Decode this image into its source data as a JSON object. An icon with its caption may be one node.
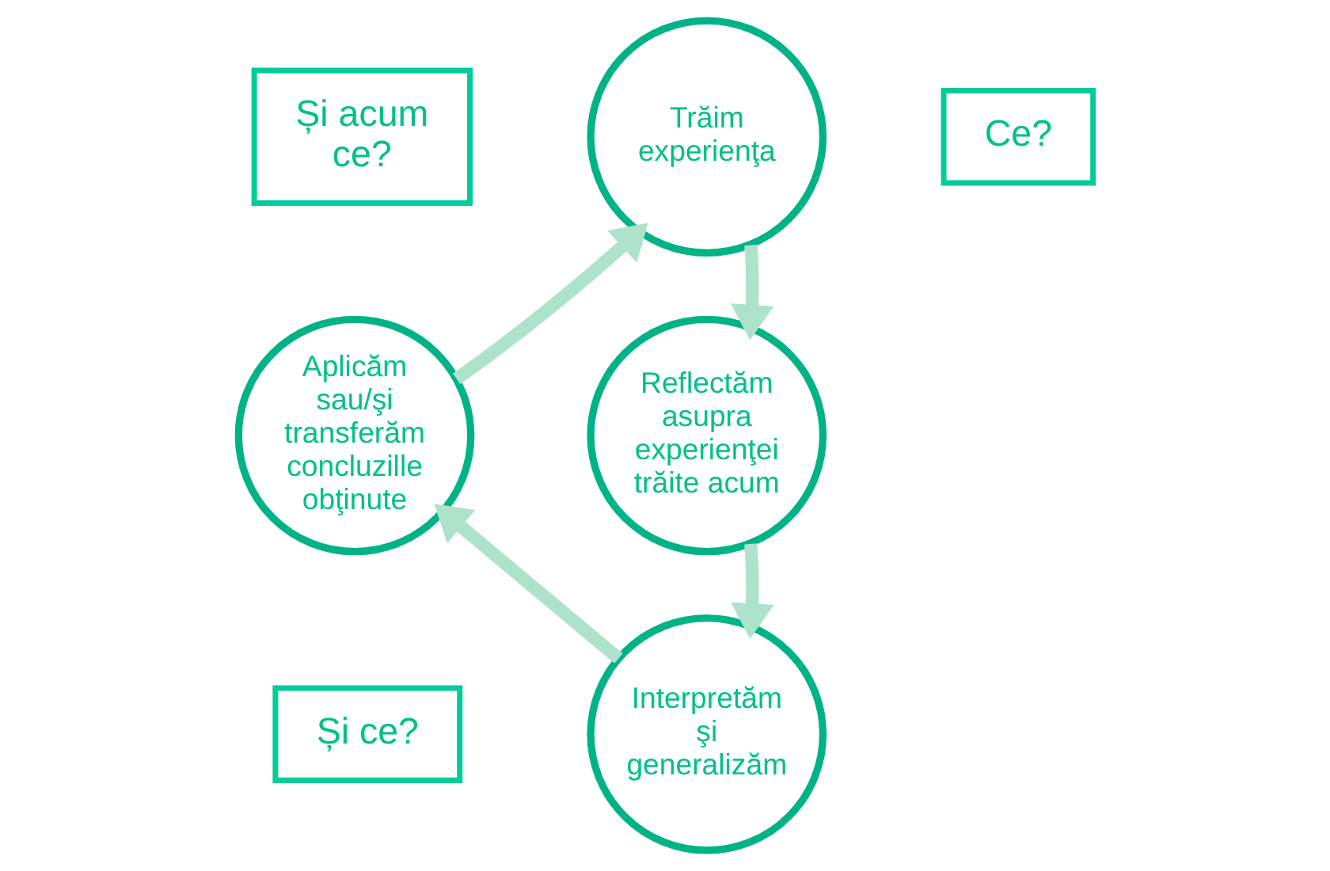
{
  "diagram": {
    "nodes": [
      {
        "text": [
          "Trăim experienţa"
        ]
      },
      {
        "text": [
          "Și acum ce?"
        ]
      },
      {
        "text": [
          "Ce?"
        ]
      },
      {
        "text": [
          "Aplicăm sau/şi transferăm concluzille obţinute"
        ]
      },
      {
        "text": [
          "Reflectăm asupra experienţei trăite acum"
        ]
      },
      {
        "text": [
          "Și ce?"
        ]
      },
      {
        "text": [
          "Interpretăm şi generalizăm"
        ]
      }
    ],
    "edges": [
      {
        "from": 0,
        "to": 4,
        "arrow": "to"
      },
      {
        "from": 4,
        "to": 6,
        "arrow": "to"
      },
      {
        "from": 6,
        "to": 3,
        "arrow": "to"
      },
      {
        "from": 3,
        "to": 0,
        "arrow": "to"
      }
    ]
  }
}
